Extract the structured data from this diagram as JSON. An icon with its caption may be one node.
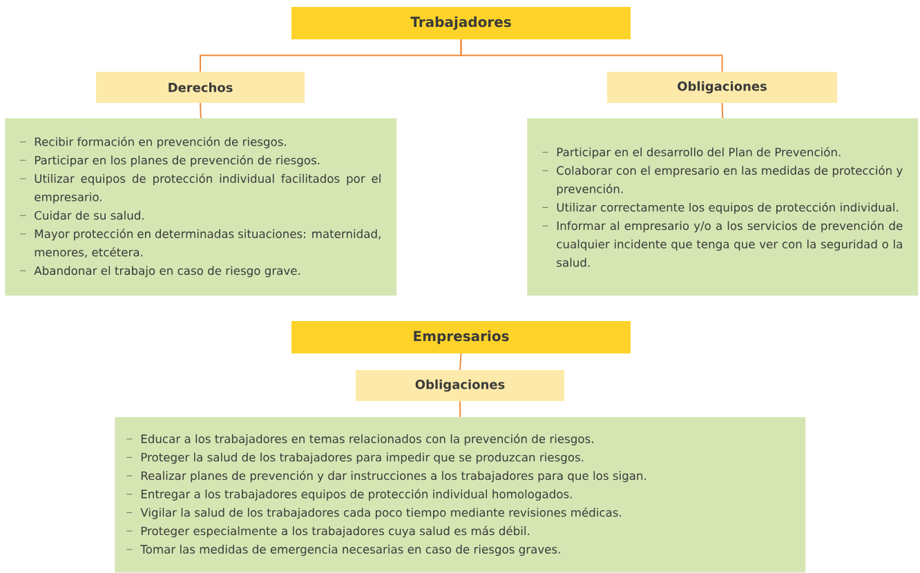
{
  "diagram": {
    "nodes": [
      {
        "text": [
          "Trabajadores"
        ]
      },
      {
        "text": [
          "Derechos"
        ]
      },
      {
        "text": [
          "Obligaciones"
        ]
      },
      {
        "text": [
          "Recibir formación en prevención de riesgos.",
          "Participar en los planes de prevención de riesgos.",
          "Utilizar equipos de protección individual facilitados por el empresario.",
          "Cuidar de su salud.",
          "Mayor protección en determinadas situaciones: maternidad, menores, etcétera.",
          "Abandonar el trabajo en caso de riesgo grave."
        ]
      },
      {
        "text": [
          "Participar en el desarrollo del Plan de Prevención.",
          "Colaborar con el empresario en las medidas de protección y prevención.",
          "Utilizar correctamente los equipos de protección individual.",
          "Informar al empresario y/o a los servicios de prevención de cualquier incidente que tenga que ver con la seguridad o la salud."
        ]
      },
      {
        "text": [
          "Empresarios"
        ]
      },
      {
        "text": [
          "Obligaciones"
        ]
      },
      {
        "text": [
          "Educar a los trabajadores en temas relacionados con la prevención de riesgos.",
          "Proteger la salud de los trabajadores para impedir que se produzcan riesgos.",
          "Realizar planes de prevención y dar instrucciones a los trabajadores para que los sigan.",
          "Entregar a los trabajadores equipos de protección individual homologados.",
          "Vigilar la salud de los trabajadores cada poco tiempo mediante revisiones médicas.",
          "Proteger especialmente a los trabajadores cuya salud es más débil.",
          "Tomar las medidas de emergencia necesarias en caso de riesgos graves."
        ]
      }
    ],
    "edges": [
      {
        "from": 0,
        "to": 1,
        "arrow": "none"
      },
      {
        "from": 0,
        "to": 2,
        "arrow": "none"
      },
      {
        "from": 1,
        "to": 3,
        "arrow": "none"
      },
      {
        "from": 2,
        "to": 4,
        "arrow": "none"
      },
      {
        "from": 5,
        "to": 6,
        "arrow": "none"
      },
      {
        "from": 6,
        "to": 7,
        "arrow": "none"
      }
    ]
  }
}
